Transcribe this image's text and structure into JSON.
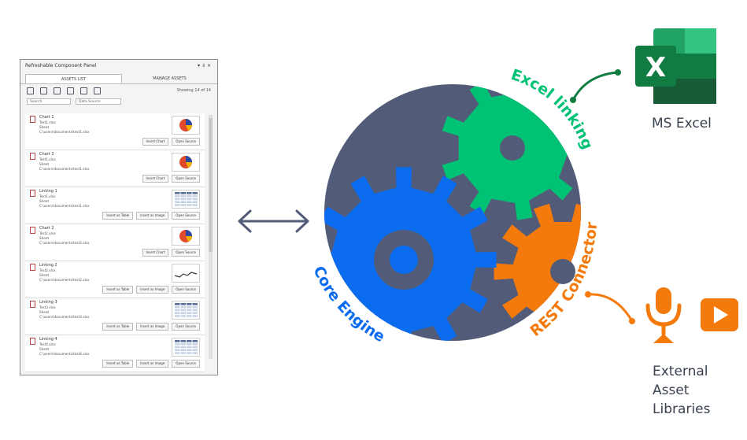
{
  "panel": {
    "title": "Refreshable Component Panel",
    "controls": "▾  ⇓  ×",
    "tabs": [
      "ASSETS LIST",
      "MANAGE ASSETS"
    ],
    "showing": "Showing 14 of 14",
    "search_placeholder": "Search",
    "data_source": "Data Source",
    "items": [
      {
        "name": "Chart 1",
        "file": "Test1.xlsx",
        "sheet": "Sheet",
        "path": "C:\\users\\documents\\test1.xlsx",
        "buttons": [
          "Insert Chart",
          "Open Source"
        ],
        "thumb": "pie"
      },
      {
        "name": "Chart 2",
        "file": "Test1.xlsx",
        "sheet": "Sheet",
        "path": "C:\\users\\documents\\test1.xlsx",
        "buttons": [
          "Insert Chart",
          "Open Source"
        ],
        "thumb": "pie"
      },
      {
        "name": "Linking 1",
        "file": "Test1.xlsx",
        "sheet": "Sheet",
        "path": "C:\\users\\documents\\test1.xlsx",
        "buttons": [
          "Insert as Table",
          "Insert as Image",
          "Open Source"
        ],
        "thumb": "table"
      },
      {
        "name": "Chart 2",
        "file": "Test2.xlsx",
        "sheet": "Sheet",
        "path": "C:\\users\\documents\\test2.xlsx",
        "buttons": [
          "Insert Chart",
          "Open Source"
        ],
        "thumb": "pie"
      },
      {
        "name": "Linking 2",
        "file": "Test2.xlsx",
        "sheet": "Sheet",
        "path": "C:\\users\\documents\\test2.xlsx",
        "buttons": [
          "Insert as Table",
          "Insert as Image",
          "Open Source"
        ],
        "thumb": "line"
      },
      {
        "name": "Linking 3",
        "file": "Test3.xlsx",
        "sheet": "Sheet",
        "path": "C:\\users\\documents\\test3.xlsx",
        "buttons": [
          "Insert as Table",
          "Insert as Image",
          "Open Source"
        ],
        "thumb": "table"
      },
      {
        "name": "Linking 4",
        "file": "Test4.xlsx",
        "sheet": "Sheet",
        "path": "C:\\users\\documents\\test4.xlsx",
        "buttons": [
          "Insert as Table",
          "Insert as Image",
          "Open Source"
        ],
        "thumb": "table"
      }
    ]
  },
  "diagram": {
    "excel_linking": "Excel linking",
    "core_engine": "Core Engine",
    "rest_connector": "REST Connector",
    "ms_excel": "MS Excel",
    "external_line1": "External",
    "external_line2": "Asset",
    "external_line3": "Libraries",
    "excel_letter": "X"
  },
  "colors": {
    "circle": "#525b77",
    "green": "#00c275",
    "blue": "#0b6cf0",
    "orange": "#f47b0b",
    "excel_dark": "#107c41",
    "arrow": "#525b77"
  }
}
